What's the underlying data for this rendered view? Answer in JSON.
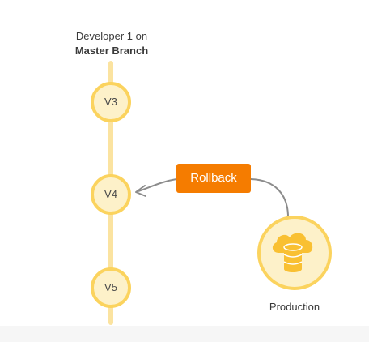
{
  "branch": {
    "developer": "Developer 1 on",
    "name": "Master Branch"
  },
  "versions": [
    {
      "label": "V3"
    },
    {
      "label": "V4"
    },
    {
      "label": "V5"
    }
  ],
  "action": {
    "label": "Rollback"
  },
  "production": {
    "label": "Production",
    "icon": "cloud-database-icon"
  },
  "colors": {
    "branch_line": "#fbe3a0",
    "node_fill": "#fdf1c9",
    "node_stroke": "#fbd35e",
    "accent": "#f57c00",
    "arrow": "#8c8c8c",
    "prod_outer": "#fdf1c9",
    "prod_icon": "#f9c032"
  }
}
